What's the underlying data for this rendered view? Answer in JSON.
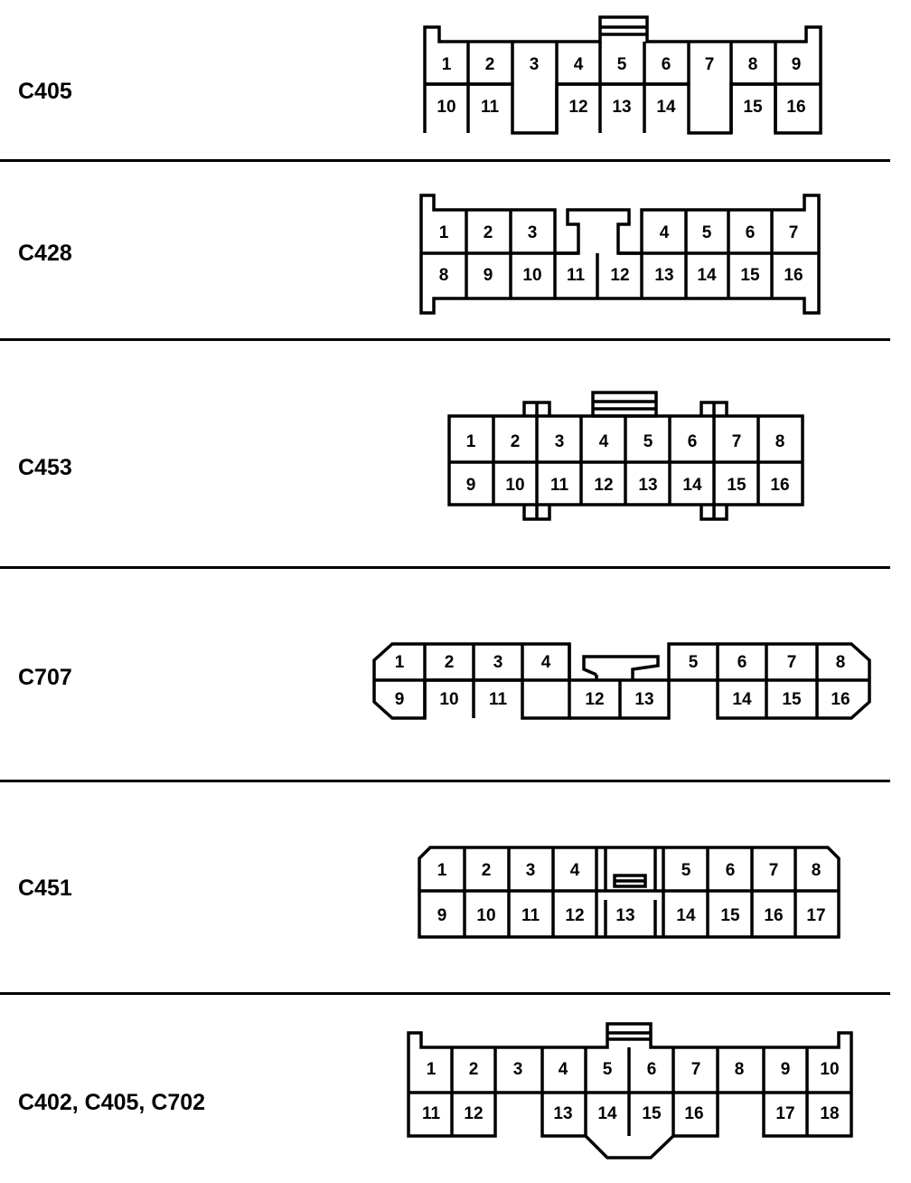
{
  "connectors": [
    {
      "id": "c405",
      "label": "C405",
      "rows": [
        [
          "1",
          "2",
          "3",
          "4",
          "5",
          "6",
          "7",
          "8",
          "9"
        ],
        [
          "10",
          "11",
          "",
          "12",
          "13",
          "14",
          "",
          "15",
          "16"
        ]
      ]
    },
    {
      "id": "c428",
      "label": "C428",
      "rows": [
        [
          "1",
          "2",
          "3",
          "",
          "4",
          "5",
          "6",
          "7"
        ],
        [
          "8",
          "9",
          "10",
          "11",
          "12",
          "13",
          "14",
          "15",
          "16"
        ]
      ]
    },
    {
      "id": "c453",
      "label": "C453",
      "rows": [
        [
          "1",
          "2",
          "3",
          "4",
          "5",
          "6",
          "7",
          "8"
        ],
        [
          "9",
          "10",
          "11",
          "12",
          "13",
          "14",
          "15",
          "16"
        ]
      ]
    },
    {
      "id": "c707",
      "label": "C707",
      "rows": [
        [
          "1",
          "2",
          "3",
          "4",
          "",
          "5",
          "6",
          "7",
          "8"
        ],
        [
          "9",
          "10",
          "11",
          "12",
          "13",
          "14",
          "15",
          "16"
        ]
      ]
    },
    {
      "id": "c451",
      "label": "C451",
      "rows": [
        [
          "1",
          "2",
          "3",
          "4",
          "5",
          "6",
          "7",
          "8"
        ],
        [
          "9",
          "10",
          "11",
          "12",
          "13",
          "14",
          "15",
          "16",
          "17"
        ]
      ]
    },
    {
      "id": "c402",
      "label": "C402, C405, C702",
      "rows": [
        [
          "1",
          "2",
          "3",
          "4",
          "5",
          "6",
          "7",
          "8",
          "9",
          "10"
        ],
        [
          "11",
          "12",
          "",
          "13",
          "14",
          "15",
          "16",
          "",
          "17",
          "18"
        ]
      ]
    }
  ]
}
